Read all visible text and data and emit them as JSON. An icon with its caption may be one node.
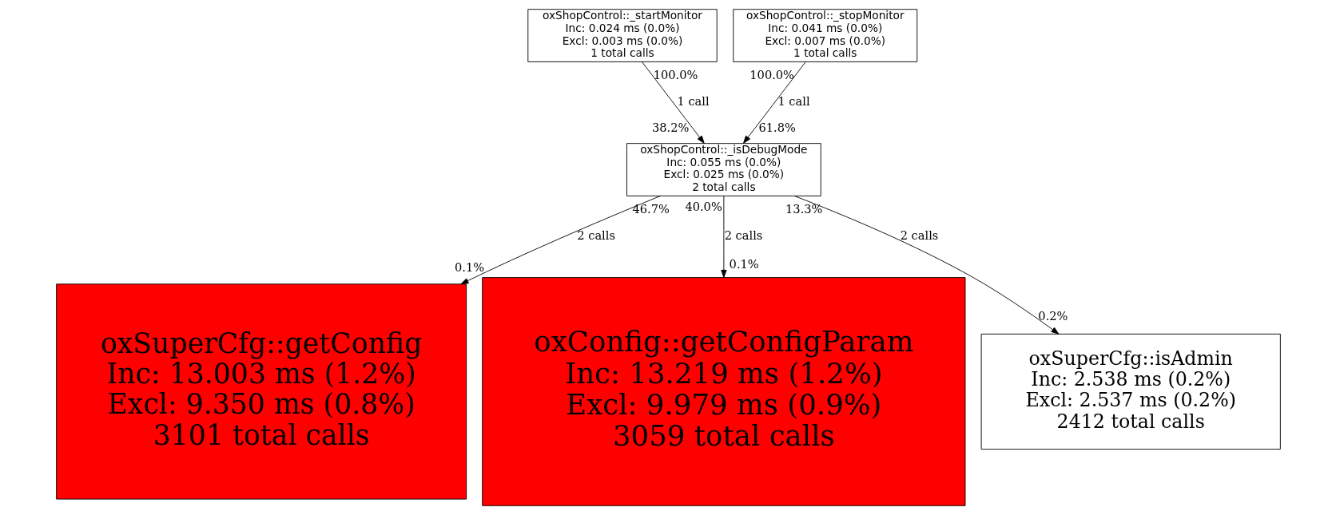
{
  "diagram": {
    "nodes": [
      {
        "text": [
          "oxShopControl::_startMonitor",
          "Inc: 0.024 ms (0.0%)",
          "Excl: 0.003 ms (0.0%)",
          "1 total calls"
        ],
        "beside": [
          "100.0%"
        ]
      },
      {
        "text": [
          "oxShopControl::_stopMonitor",
          "Inc: 0.041 ms (0.0%)",
          "Excl: 0.007 ms (0.0%)",
          "1 total calls"
        ],
        "beside": [
          "100.0%"
        ]
      },
      {
        "text": [
          "oxShopControl::_isDebugMode",
          "Inc: 0.055 ms (0.0%)",
          "Excl: 0.025 ms (0.0%)",
          "2 total calls"
        ],
        "beside": [
          "38.2%",
          "61.8%",
          "46.7%",
          "40.0%",
          "13.3%"
        ]
      },
      {
        "text": [
          "oxSuperCfg::getConfig",
          "Inc: 13.003 ms (1.2%)",
          "Excl: 9.350 ms (0.8%)",
          "3101 total calls"
        ],
        "beside": [
          "0.1%"
        ]
      },
      {
        "text": [
          "oxConfig::getConfigParam",
          "Inc: 13.219 ms (1.2%)",
          "Excl: 9.979 ms (0.9%)",
          "3059 total calls"
        ],
        "beside": [
          "0.1%"
        ]
      },
      {
        "text": [
          "oxSuperCfg::isAdmin",
          "Inc: 2.538 ms (0.2%)",
          "Excl: 2.537 ms (0.2%)",
          "2412 total calls"
        ],
        "beside": [
          "0.2%"
        ]
      }
    ],
    "edges": [
      {
        "from": 0,
        "to": 2,
        "arrow": "to",
        "label": "1 call"
      },
      {
        "from": 1,
        "to": 2,
        "arrow": "to",
        "label": "1 call"
      },
      {
        "from": 2,
        "to": 3,
        "arrow": "to",
        "label": "2 calls"
      },
      {
        "from": 2,
        "to": 4,
        "arrow": "to",
        "label": "2 calls"
      },
      {
        "from": 2,
        "to": 5,
        "arrow": "to",
        "label": "2 calls"
      }
    ]
  }
}
